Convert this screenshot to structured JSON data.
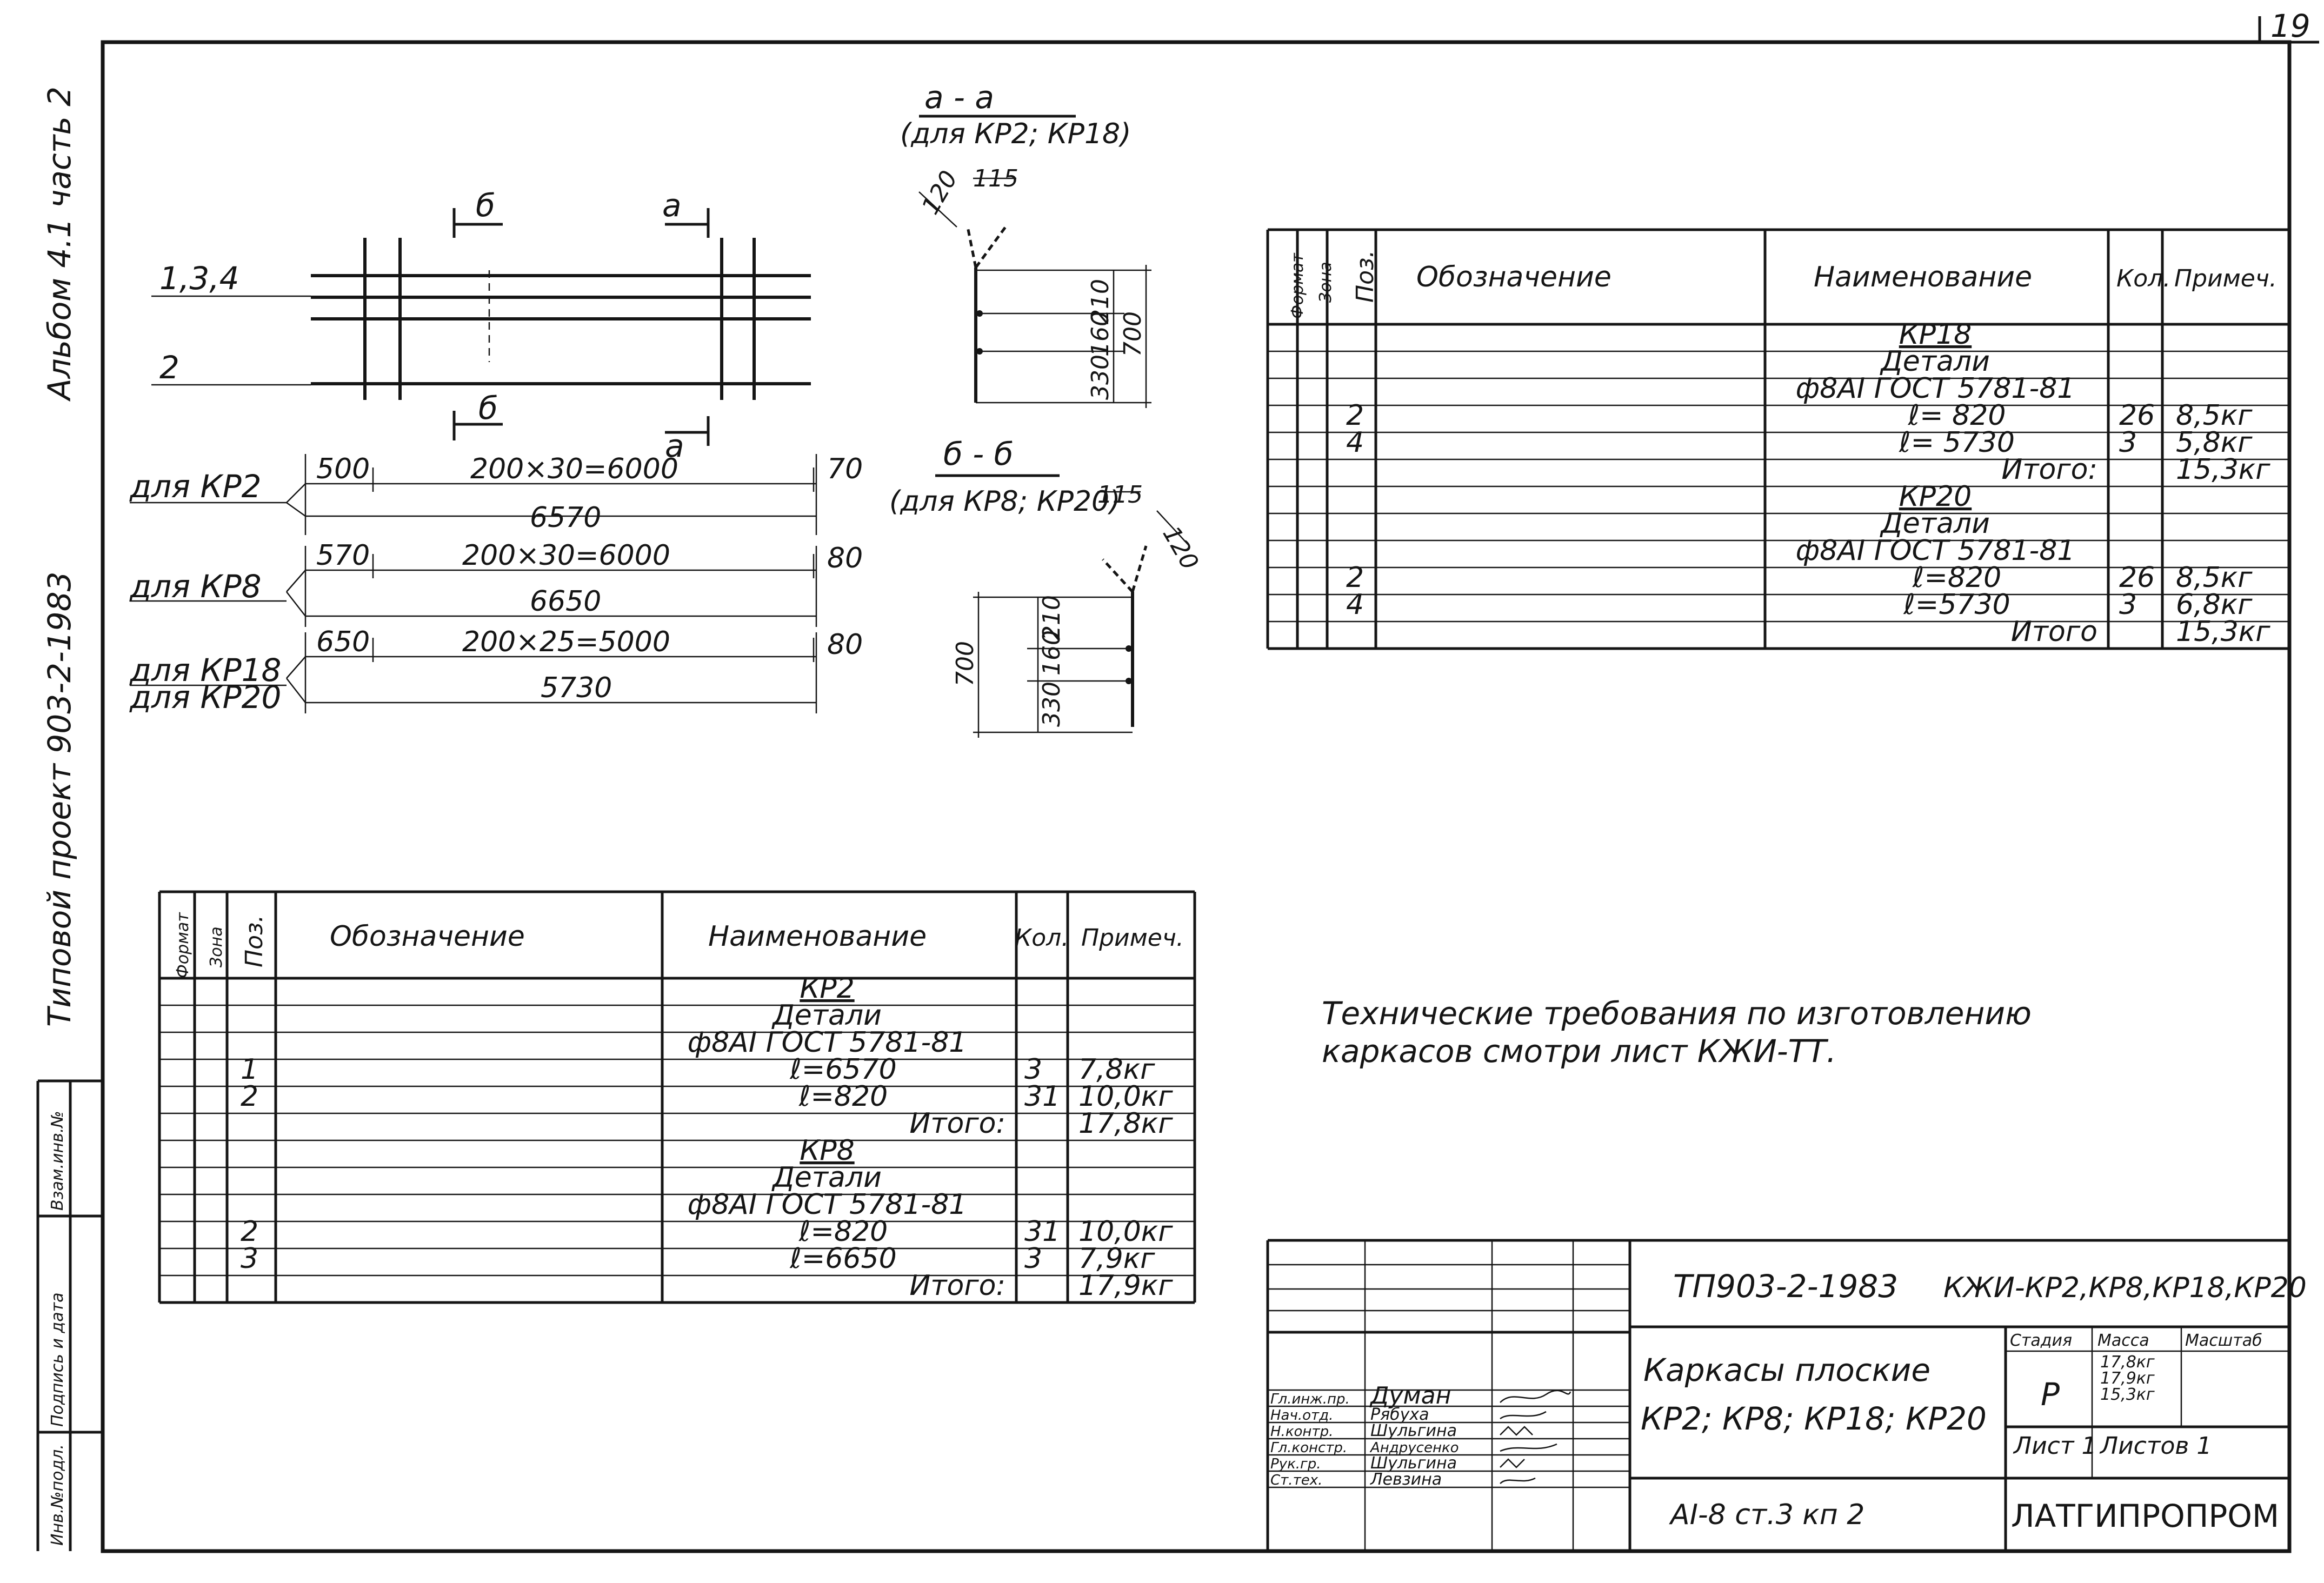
{
  "page_number": "19",
  "side_labels": {
    "album": "Альбом 4.1 часть 2",
    "project": "Типовой проект 903-2-1983",
    "stamp_cells": [
      "Инв.№подл.",
      "Подпись и дата",
      "Взам.инв.№"
    ]
  },
  "plan": {
    "label_bars_top": "1,3,4",
    "label_bar_2": "2",
    "section_mark_b": "б",
    "section_mark_a": "а",
    "rows": [
      {
        "label": "для КР2",
        "left": "500",
        "mid": "200×30=6000",
        "right": "70",
        "total": "6570"
      },
      {
        "label": "для КР8",
        "left": "570",
        "mid": "200×30=6000",
        "right": "80",
        "total": "6650"
      },
      {
        "label": "для КР18",
        "label2": "для КР20",
        "left": "650",
        "mid": "200×25=5000",
        "right": "80",
        "total": "5730"
      }
    ]
  },
  "section_a": {
    "title": "а - а",
    "subtitle": "(для КР2; КР18)",
    "dims": [
      "120",
      "115",
      "210",
      "160",
      "330",
      "700"
    ]
  },
  "section_b": {
    "title": "б - б",
    "subtitle": "(для КР8; КР20)",
    "dims": [
      "115",
      "120",
      "210",
      "160",
      "330",
      "700"
    ]
  },
  "table_headers": {
    "format": "Формат",
    "zone": "Зона",
    "pos": "Поз.",
    "designation": "Обозначение",
    "name": "Наименование",
    "qty": "Кол.",
    "note": "Примеч."
  },
  "spec_right": [
    {
      "pos": "",
      "name": "КР18",
      "qty": "",
      "note": "",
      "type": "header"
    },
    {
      "pos": "",
      "name": "Детали",
      "qty": "",
      "note": "",
      "type": "header"
    },
    {
      "pos": "",
      "name": "ф8АI ГОСТ 5781-81",
      "qty": "",
      "note": "",
      "type": "header"
    },
    {
      "pos": "2",
      "name": "ℓ= 820",
      "qty": "26",
      "note": "8,5кг",
      "type": "item"
    },
    {
      "pos": "4",
      "name": "ℓ= 5730",
      "qty": "3",
      "note": "5,8кг",
      "type": "item"
    },
    {
      "pos": "",
      "name": "Итого:",
      "qty": "",
      "note": "15,3кг",
      "type": "total"
    },
    {
      "pos": "",
      "name": "КР20",
      "qty": "",
      "note": "",
      "type": "header"
    },
    {
      "pos": "",
      "name": "Детали",
      "qty": "",
      "note": "",
      "type": "header"
    },
    {
      "pos": "",
      "name": "ф8АI ГОСТ 5781-81",
      "qty": "",
      "note": "",
      "type": "header"
    },
    {
      "pos": "2",
      "name": "ℓ=820",
      "qty": "26",
      "note": "8,5кг",
      "type": "item"
    },
    {
      "pos": "4",
      "name": "ℓ=5730",
      "qty": "3",
      "note": "6,8кг",
      "type": "item"
    },
    {
      "pos": "",
      "name": "Итого",
      "qty": "",
      "note": "15,3кг",
      "type": "total"
    }
  ],
  "spec_left": [
    {
      "pos": "",
      "name": "КР2",
      "qty": "",
      "note": "",
      "type": "header"
    },
    {
      "pos": "",
      "name": "Детали",
      "qty": "",
      "note": "",
      "type": "header"
    },
    {
      "pos": "",
      "name": "ф8АI ГОСТ 5781-81",
      "qty": "",
      "note": "",
      "type": "header"
    },
    {
      "pos": "1",
      "name": "ℓ=6570",
      "qty": "3",
      "note": "7,8кг",
      "type": "item"
    },
    {
      "pos": "2",
      "name": "ℓ=820",
      "qty": "31",
      "note": "10,0кг",
      "type": "item"
    },
    {
      "pos": "",
      "name": "Итого:",
      "qty": "",
      "note": "17,8кг",
      "type": "total"
    },
    {
      "pos": "",
      "name": "КР8",
      "qty": "",
      "note": "",
      "type": "header"
    },
    {
      "pos": "",
      "name": "Детали",
      "qty": "",
      "note": "",
      "type": "header"
    },
    {
      "pos": "",
      "name": "ф8АI ГОСТ 5781-81",
      "qty": "",
      "note": "",
      "type": "header"
    },
    {
      "pos": "2",
      "name": "ℓ=820",
      "qty": "31",
      "note": "10,0кг",
      "type": "item"
    },
    {
      "pos": "3",
      "name": "ℓ=6650",
      "qty": "3",
      "note": "7,9кг",
      "type": "item"
    },
    {
      "pos": "",
      "name": "Итого:",
      "qty": "",
      "note": "17,9кг",
      "type": "total"
    }
  ],
  "notes": {
    "line1": "Технические требования по изготовлению",
    "line2": "каркасов смотри лист КЖИ-ТТ."
  },
  "title_block": {
    "doc_code": "ТП903-2-1983",
    "doc_sheet": "КЖИ-КР2,КР8,КР18,КР20",
    "title_line1": "Каркасы плоские",
    "title_line2": "КР2; КР8; КР18; КР20",
    "material": "АI-8 ст.3 кп 2",
    "stage_label": "Стадия",
    "mass_label": "Масса",
    "scale_label": "Масштаб",
    "stage_value": "Р",
    "mass_values": [
      "17,8кг",
      "17,9кг",
      "15,3кг"
    ],
    "sheet_label": "Лист 1",
    "sheets_label": "Листов 1",
    "org": "ЛАТГИПРОПРОМ",
    "staff": [
      {
        "role": "Гл.инж.пр.",
        "name": "Думан"
      },
      {
        "role": "Нач.отд.",
        "name": "Рябуха"
      },
      {
        "role": "Н.контр.",
        "name": "Шульгина"
      },
      {
        "role": "Гл.констр.",
        "name": "Андрусенко"
      },
      {
        "role": "Рук.гр.",
        "name": "Шульгина"
      },
      {
        "role": "Ст.тех.",
        "name": "Левзина"
      }
    ]
  }
}
